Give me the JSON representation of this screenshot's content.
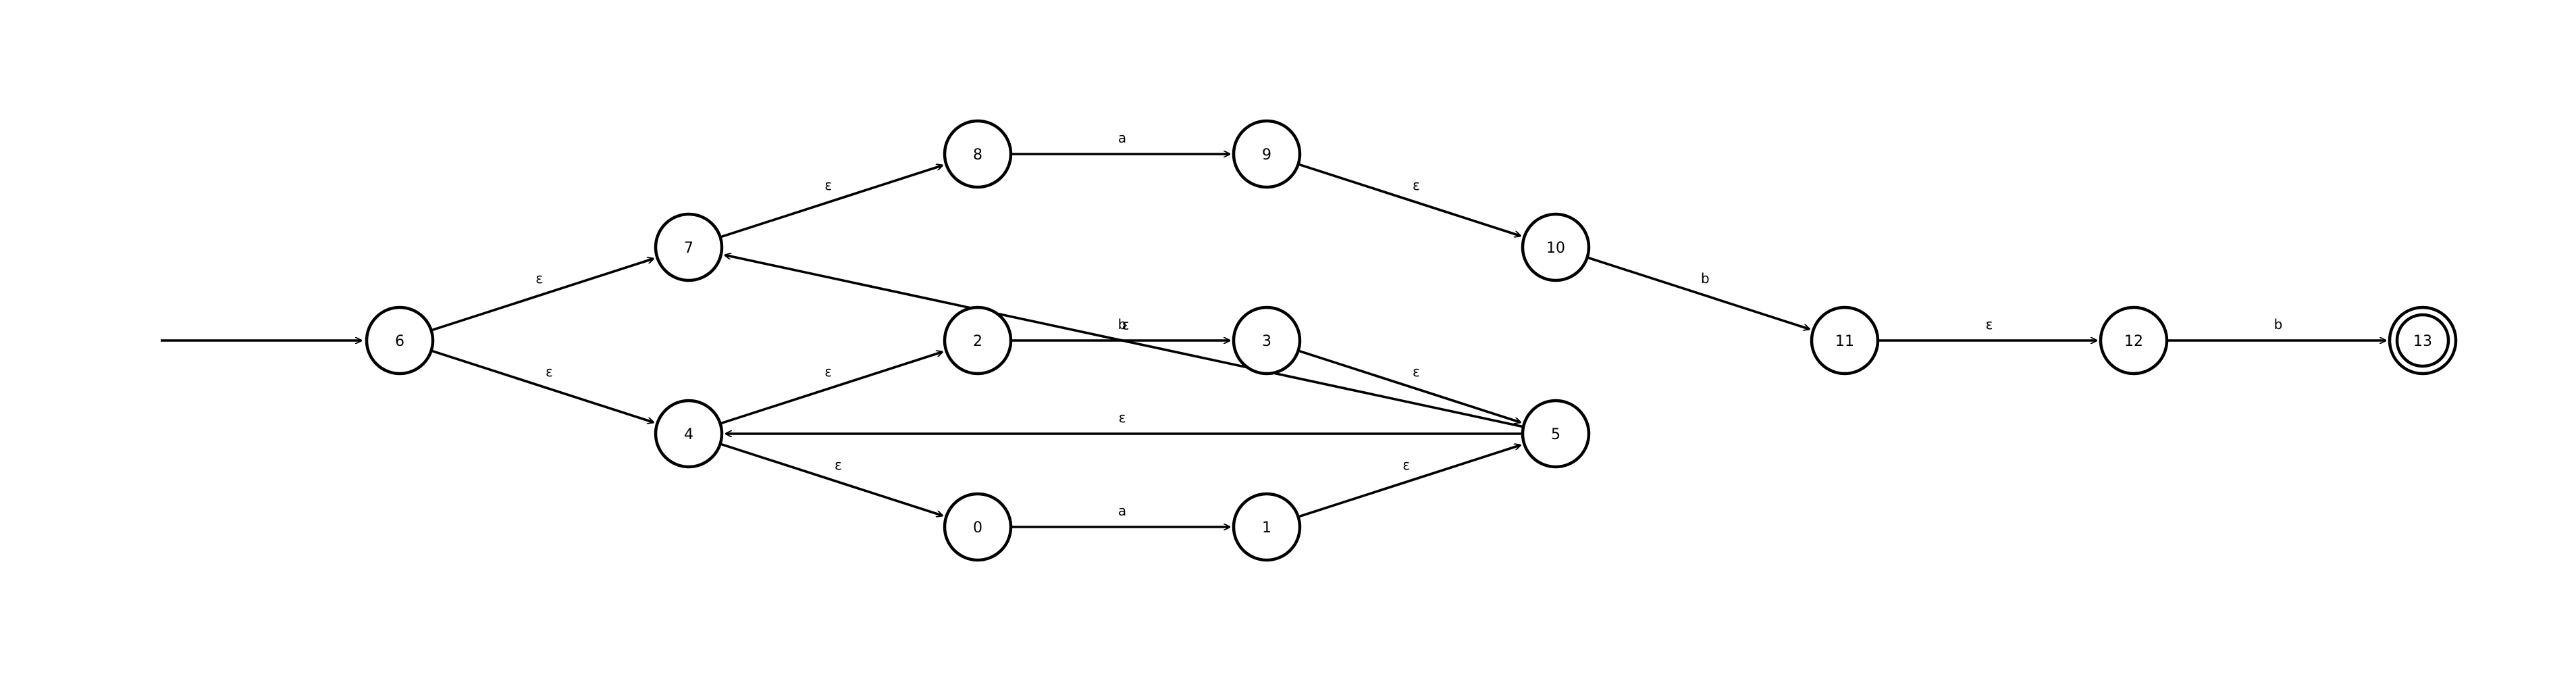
{
  "automaton": {
    "start_state": "6",
    "accept_states": [
      "13"
    ],
    "states": [
      {
        "id": "0",
        "label": "0"
      },
      {
        "id": "1",
        "label": "1"
      },
      {
        "id": "2",
        "label": "2"
      },
      {
        "id": "3",
        "label": "3"
      },
      {
        "id": "4",
        "label": "4"
      },
      {
        "id": "5",
        "label": "5"
      },
      {
        "id": "6",
        "label": "6"
      },
      {
        "id": "7",
        "label": "7"
      },
      {
        "id": "8",
        "label": "8"
      },
      {
        "id": "9",
        "label": "9"
      },
      {
        "id": "10",
        "label": "10"
      },
      {
        "id": "11",
        "label": "11"
      },
      {
        "id": "12",
        "label": "12"
      },
      {
        "id": "13",
        "label": "13"
      }
    ],
    "transitions": [
      {
        "from": "6",
        "to": "7",
        "label": "ε"
      },
      {
        "from": "6",
        "to": "4",
        "label": "ε"
      },
      {
        "from": "7",
        "to": "8",
        "label": "ε"
      },
      {
        "from": "8",
        "to": "9",
        "label": "a"
      },
      {
        "from": "9",
        "to": "10",
        "label": "ε"
      },
      {
        "from": "10",
        "to": "11",
        "label": "b"
      },
      {
        "from": "11",
        "to": "12",
        "label": "ε"
      },
      {
        "from": "12",
        "to": "13",
        "label": "b"
      },
      {
        "from": "4",
        "to": "2",
        "label": "ε"
      },
      {
        "from": "2",
        "to": "3",
        "label": "b"
      },
      {
        "from": "3",
        "to": "5",
        "label": "ε"
      },
      {
        "from": "4",
        "to": "0",
        "label": "ε"
      },
      {
        "from": "0",
        "to": "1",
        "label": "a"
      },
      {
        "from": "1",
        "to": "5",
        "label": "ε"
      },
      {
        "from": "5",
        "to": "4",
        "label": "ε"
      },
      {
        "from": "5",
        "to": "7",
        "label": "ε"
      }
    ]
  }
}
